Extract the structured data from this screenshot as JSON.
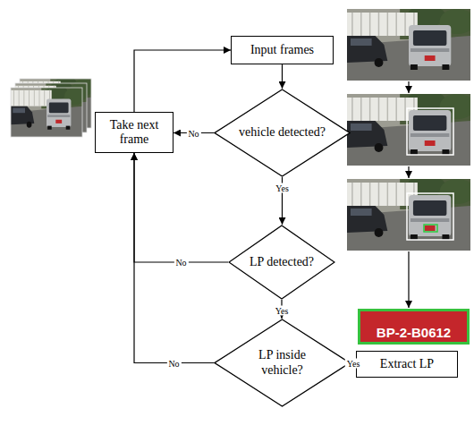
{
  "diagram": {
    "nodes": [
      {
        "text": [
          "Input frames"
        ]
      },
      {
        "text": [
          "Take next frame"
        ]
      },
      {
        "text": [
          "vehicle detected?"
        ]
      },
      {
        "text": [
          "LP detected?"
        ]
      },
      {
        "text": [
          "LP inside vehicle?"
        ]
      },
      {
        "text": [
          "Extract LP"
        ]
      }
    ],
    "edges": [
      {
        "from": 0,
        "to": 2,
        "arrow": "to"
      },
      {
        "from": 2,
        "to": 1,
        "arrow": "to",
        "label": "No"
      },
      {
        "from": 1,
        "to": 0,
        "arrow": "to"
      },
      {
        "from": 2,
        "to": 3,
        "arrow": "to",
        "label": "Yes"
      },
      {
        "from": 3,
        "to": 1,
        "arrow": "to",
        "label": "No"
      },
      {
        "from": 3,
        "to": 4,
        "arrow": "to",
        "label": "Yes"
      },
      {
        "from": 4,
        "to": 1,
        "arrow": "to",
        "label": "No"
      },
      {
        "from": 4,
        "to": 5,
        "arrow": "to",
        "label": "Yes"
      }
    ],
    "labels": [
      "BP-2-B0612"
    ]
  }
}
